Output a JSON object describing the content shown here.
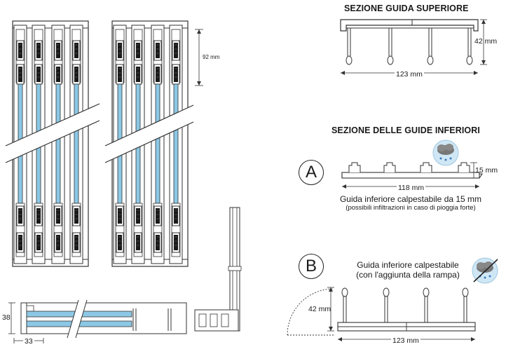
{
  "upper_section": {
    "title": "SEZIONE GUIDA SUPERIORE",
    "height_label": "42 mm",
    "width_label": "123 mm"
  },
  "lower_section": {
    "title": "SEZIONE DELLE GUIDE INFERIORI"
  },
  "option_a": {
    "letter": "A",
    "height_label": "15 mm",
    "width_label": "118 mm",
    "caption": "Guida inferiore calpestabile da 15 mm",
    "note": "(possibili infiltrazioni in caso di pioggia forte)"
  },
  "option_b": {
    "letter": "B",
    "caption_line1": "Guida inferiore calpestabile",
    "caption_line2": "(con l'aggiunta della rampa)",
    "height_label": "42 mm",
    "width_label": "123 mm"
  },
  "elevation": {
    "spacing_label": "92 mm"
  },
  "plan_section": {
    "height_label": "38",
    "width_label": "33"
  },
  "colors": {
    "glass": "#8cc8e6",
    "profile": "#444444",
    "gasket": "#1a1a1a"
  }
}
